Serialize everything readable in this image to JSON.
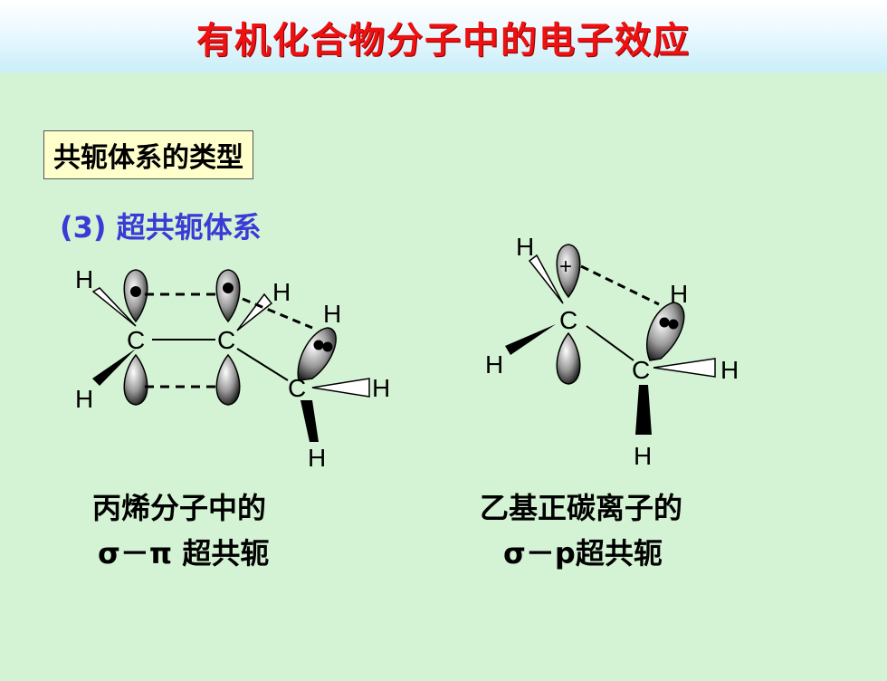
{
  "title": "有机化合物分子中的电子效应",
  "section_label": "共轭体系的类型",
  "subtitle": "(3) 超共轭体系",
  "propene": {
    "atom_c": "C",
    "atom_h": "H",
    "caption_line1": "丙烯分子中的",
    "caption_line2": "σ－π 超共轭"
  },
  "ethyl_cation": {
    "atom_c": "C",
    "atom_h": "H",
    "charge": "+",
    "caption_line1": "乙基正碳离子的",
    "caption_line2": "σ－p超共轭"
  }
}
